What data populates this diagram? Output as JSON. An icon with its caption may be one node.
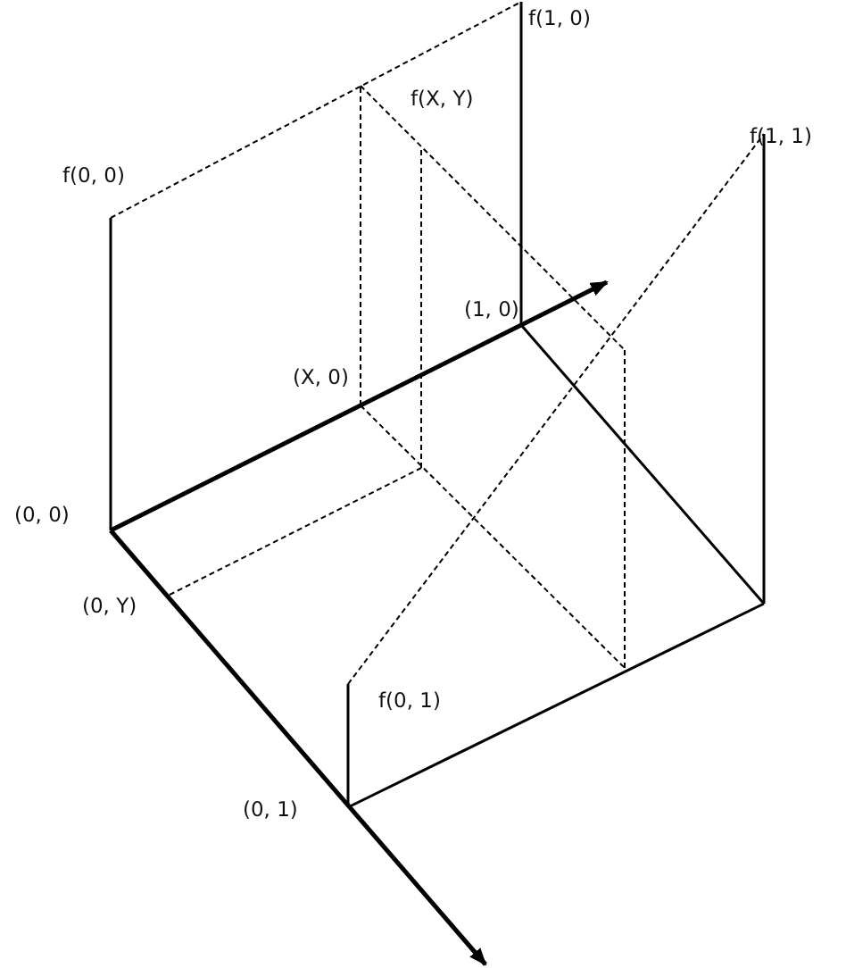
{
  "diagram": {
    "labels": [
      "f(1, 0)",
      "f(X, Y)",
      "f(0, 0)",
      "f(1, 1)",
      "(1, 0)",
      "(X, 0)",
      "(0, 0)",
      "(0, Y)",
      "f(0, 1)",
      "(0, 1)"
    ]
  }
}
